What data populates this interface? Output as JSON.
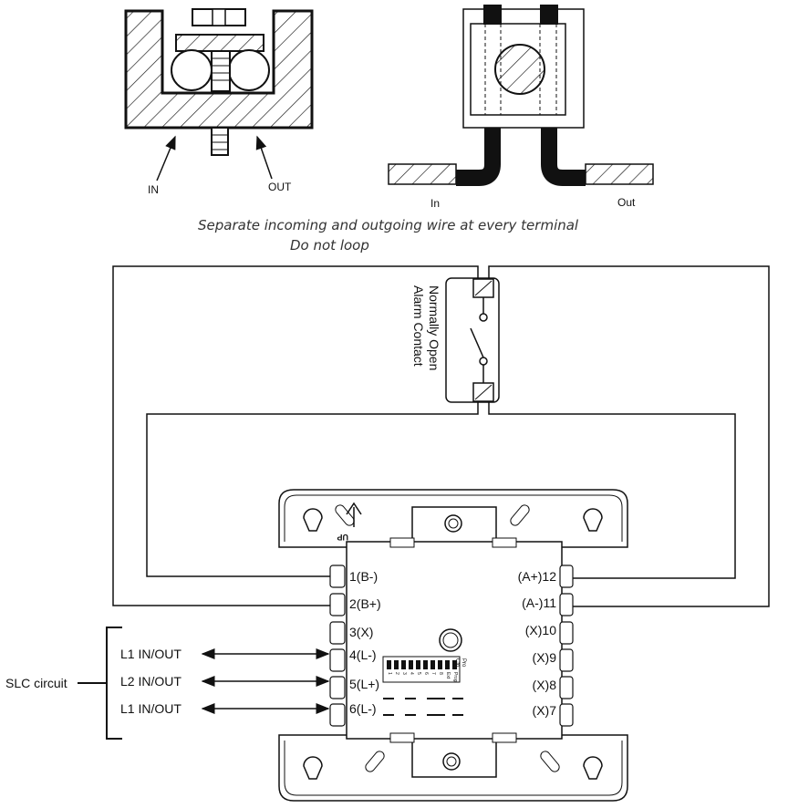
{
  "detail": {
    "left_in": "IN",
    "left_out": "OUT",
    "right_in": "In",
    "right_out": "Out"
  },
  "note": {
    "line1": "Separate incoming and outgoing wire at every terminal",
    "line2": "Do not loop"
  },
  "contact": {
    "line1": "Normally Open",
    "line2": "Alarm Contact"
  },
  "module": {
    "up_label": "UP",
    "left_terminals": [
      "1(B-)",
      "2(B+)",
      "3(X)",
      "4(L-)",
      "5(L+)",
      "6(L-)"
    ],
    "right_terminals": [
      "(A+)12",
      "(A-)11",
      "(X)10",
      "(X)9",
      "(X)8",
      "(X)7"
    ],
    "dip_labels": [
      "1",
      "2",
      "3",
      "4",
      "5",
      "6",
      "7",
      "8",
      "Ext",
      "Prog",
      "Ctrl"
    ],
    "dip_side_labels": [
      "Pro",
      "Ctrl"
    ]
  },
  "slc": {
    "title": "SLC circuit",
    "lines": [
      "L1 IN/OUT",
      "L2 IN/OUT",
      "L1 IN/OUT"
    ]
  },
  "colors": {
    "line": "#111111",
    "hatch": "#111111",
    "fill": "#ffffff"
  }
}
